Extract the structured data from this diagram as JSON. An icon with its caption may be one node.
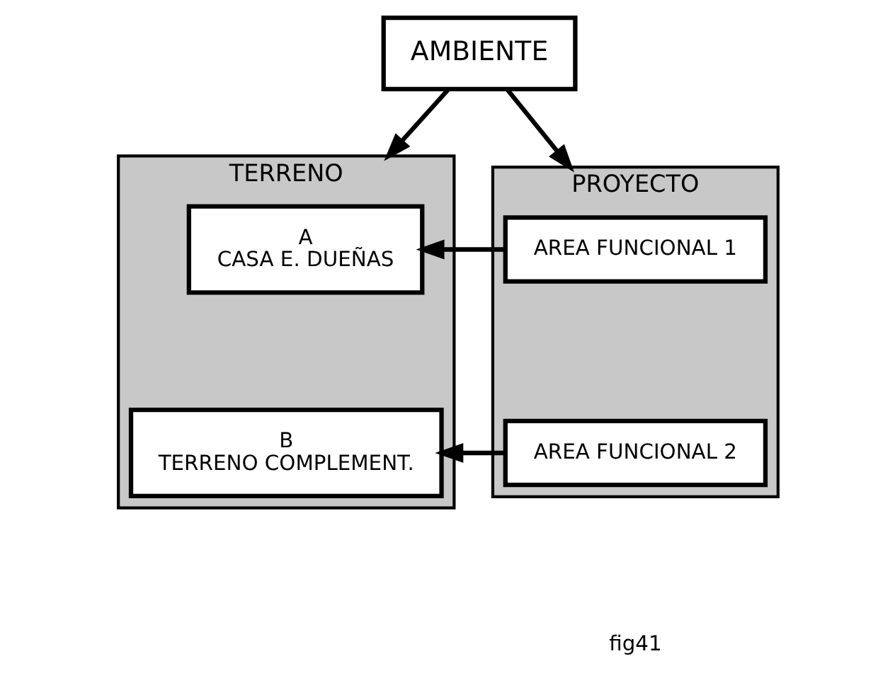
{
  "diagram": {
    "nodes": [
      {
        "text": [
          "AMBIENTE"
        ]
      },
      {
        "text": [
          "TERRENO"
        ]
      },
      {
        "text": [
          "A",
          "CASA E. DUEÑAS"
        ],
        "in": 1
      },
      {
        "text": [
          "B",
          "TERRENO COMPLEMENT."
        ],
        "in": 1
      },
      {
        "text": [
          "PROYECTO"
        ]
      },
      {
        "text": [
          "AREA FUNCIONAL 1"
        ],
        "in": 4
      },
      {
        "text": [
          "AREA FUNCIONAL 2"
        ],
        "in": 4
      }
    ],
    "edges": [
      {
        "from": 0,
        "to": 1,
        "arrow": "to"
      },
      {
        "from": 0,
        "to": 4,
        "arrow": "to"
      },
      {
        "from": 5,
        "to": 2,
        "arrow": "to"
      },
      {
        "from": 6,
        "to": 3,
        "arrow": "to"
      }
    ],
    "labels": [
      "fig41"
    ]
  }
}
